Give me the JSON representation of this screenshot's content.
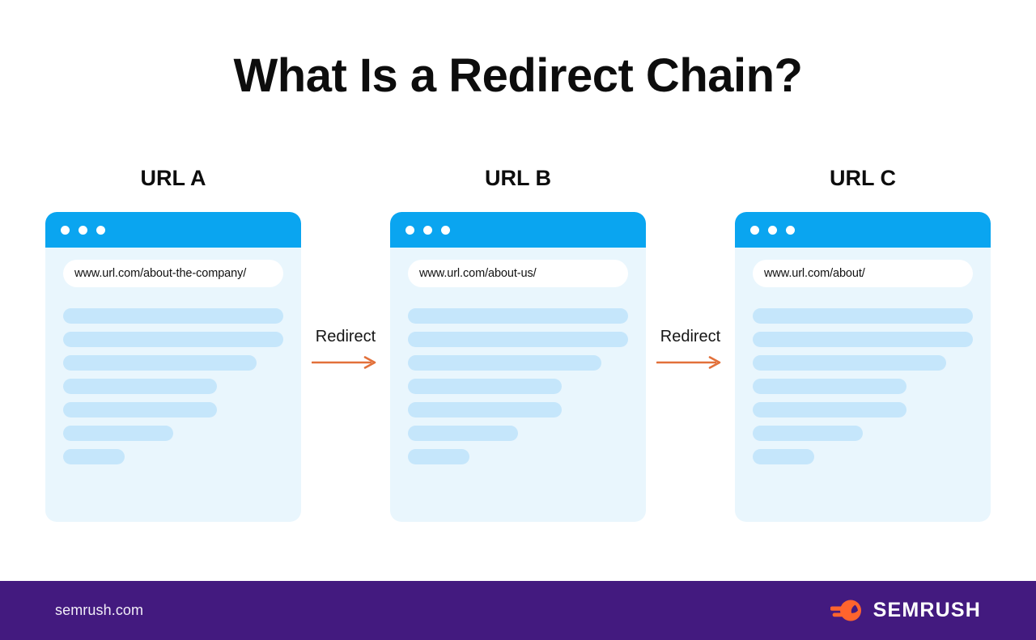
{
  "page": {
    "title": "What Is a Redirect Chain?",
    "background_color": "#ffffff"
  },
  "colors": {
    "title_text": "#0d0d0d",
    "browser_topbar": "#0aa5f0",
    "browser_body": "#e9f6fd",
    "skeleton_bar": "#c5e6fb",
    "url_pill": "#ffffff",
    "arrow": "#e2703a",
    "footer_background": "#431a7f",
    "brand_mark": "#ff642d"
  },
  "diagram": {
    "nodes": [
      {
        "label": "URL A",
        "url": "www.url.com/about-the-company/",
        "window_dots": [
          "dot",
          "dot",
          "dot"
        ],
        "skeleton_widths": [
          "100%",
          "100%",
          "88%",
          "70%",
          "70%",
          "50%",
          "28%"
        ]
      },
      {
        "label": "URL B",
        "url": "www.url.com/about-us/",
        "window_dots": [
          "dot",
          "dot",
          "dot"
        ],
        "skeleton_widths": [
          "100%",
          "100%",
          "88%",
          "70%",
          "70%",
          "50%",
          "28%"
        ]
      },
      {
        "label": "URL C",
        "url": "www.url.com/about/",
        "window_dots": [
          "dot",
          "dot",
          "dot"
        ],
        "skeleton_widths": [
          "100%",
          "100%",
          "88%",
          "70%",
          "70%",
          "50%",
          "28%"
        ]
      }
    ],
    "connectors": [
      {
        "label": "Redirect",
        "icon": "arrow-right-icon"
      },
      {
        "label": "Redirect",
        "icon": "arrow-right-icon"
      }
    ]
  },
  "footer": {
    "site": "semrush.com",
    "brand_name": "SEMRUSH",
    "brand_mark_icon": "semrush-comet-logo-icon"
  }
}
